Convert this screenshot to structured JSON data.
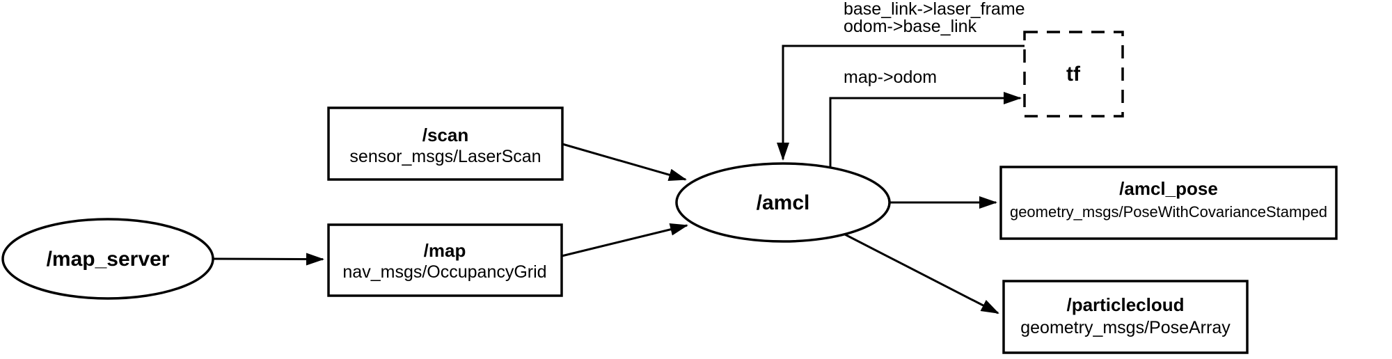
{
  "colors": {
    "background": "#ffffff",
    "line": "#000000",
    "type_text": "#1b79b7"
  },
  "nodes": {
    "map_server": {
      "label": "/map_server",
      "shape": "ellipse"
    },
    "scan": {
      "label": "/scan",
      "type": "sensor_msgs/LaserScan",
      "shape": "box"
    },
    "map": {
      "label": "/map",
      "type": "nav_msgs/OccupancyGrid",
      "shape": "box"
    },
    "amcl": {
      "label": "/amcl",
      "shape": "ellipse"
    },
    "tf": {
      "label": "tf",
      "shape": "dashed-box"
    },
    "amcl_pose": {
      "label": "/amcl_pose",
      "type": "geometry_msgs/PoseWithCovarianceStamped",
      "shape": "box"
    },
    "particlecloud": {
      "label": "/particlecloud",
      "type": "geometry_msgs/PoseArray",
      "shape": "box"
    }
  },
  "edges": {
    "map_server_to_map": {
      "from": "/map_server",
      "to": "/map"
    },
    "scan_to_amcl": {
      "from": "/scan",
      "to": "/amcl"
    },
    "map_to_amcl": {
      "from": "/map",
      "to": "/amcl"
    },
    "amcl_to_amcl_pose": {
      "from": "/amcl",
      "to": "/amcl_pose"
    },
    "amcl_to_particlecloud": {
      "from": "/amcl",
      "to": "/particlecloud"
    },
    "tf_to_amcl": {
      "from": "tf",
      "to": "/amcl",
      "labels": [
        "base_link->laser_frame",
        "odom->base_link"
      ]
    },
    "amcl_to_tf": {
      "from": "/amcl",
      "to": "tf",
      "label": "map->odom"
    }
  }
}
